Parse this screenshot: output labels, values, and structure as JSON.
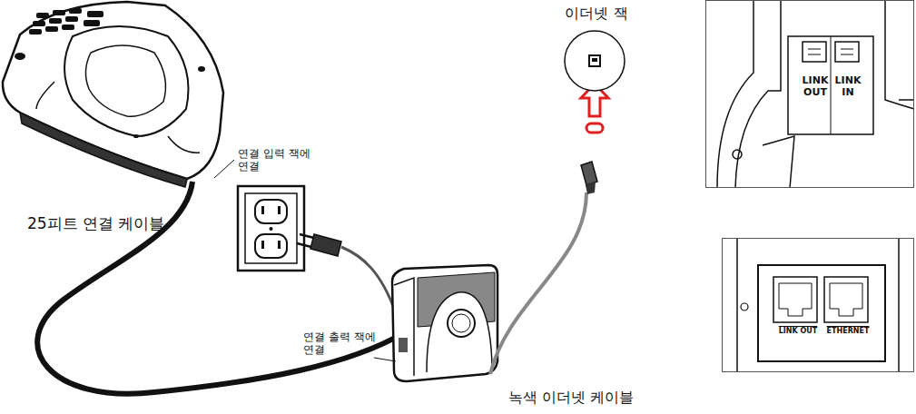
{
  "diagram": {
    "nodes": [
      {
        "text": [
          "이더넷 잭"
        ]
      },
      {
        "text": [
          "LINK OUT",
          "LINK IN"
        ]
      },
      {
        "text": [
          "LINK OUT",
          "ETHERNET"
        ]
      }
    ],
    "labels": [
      "연결 입력 잭에 연결",
      "25피트 연결 케이블",
      "연결 출력 잭에 연결",
      "녹색 이더넷 케이블"
    ]
  }
}
